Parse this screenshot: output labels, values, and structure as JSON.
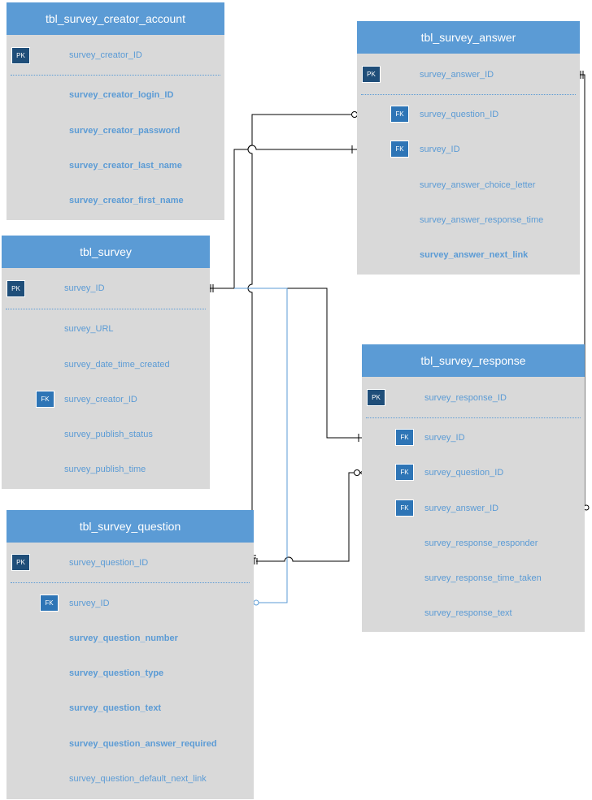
{
  "entities": {
    "creator_account": {
      "title": "tbl_survey_creator_account",
      "pk": "survey_creator_ID",
      "fields": [
        "survey_creator_login_ID",
        "survey_creator_password",
        "survey_creator_last_name",
        "survey_creator_first_name"
      ]
    },
    "survey": {
      "title": "tbl_survey",
      "pk": "survey_ID",
      "fields": [
        "survey_URL",
        "survey_date_time_created",
        "survey_creator_ID",
        "survey_publish_status",
        "survey_publish_time"
      ]
    },
    "question": {
      "title": "tbl_survey_question",
      "pk": "survey_question_ID",
      "fields": [
        "survey_ID",
        "survey_question_number",
        "survey_question_type",
        "survey_question_text",
        "survey_question_answer_required",
        "survey_question_default_next_link"
      ]
    },
    "answer": {
      "title": "tbl_survey_answer",
      "pk": "survey_answer_ID",
      "fields": [
        "survey_question_ID",
        "survey_ID",
        "survey_answer_choice_letter",
        "survey_answer_response_time",
        "survey_answer_next_link"
      ]
    },
    "response": {
      "title": "tbl_survey_response",
      "pk": "survey_response_ID",
      "fields": [
        "survey_ID",
        "survey_question_ID",
        "survey_answer_ID",
        "survey_response_responder",
        "survey_response_time_taken",
        "survey_response_text"
      ]
    }
  },
  "labels": {
    "pk": "PK",
    "fk": "FK"
  },
  "colors": {
    "header": "#5b9bd5",
    "body": "#d9d9d9",
    "field_text": "#5b9bd5",
    "pk_badge": "#1f4e79",
    "fk_badge": "#2e75b6",
    "line": "#000000",
    "line_highlight": "#5b9bd5"
  }
}
